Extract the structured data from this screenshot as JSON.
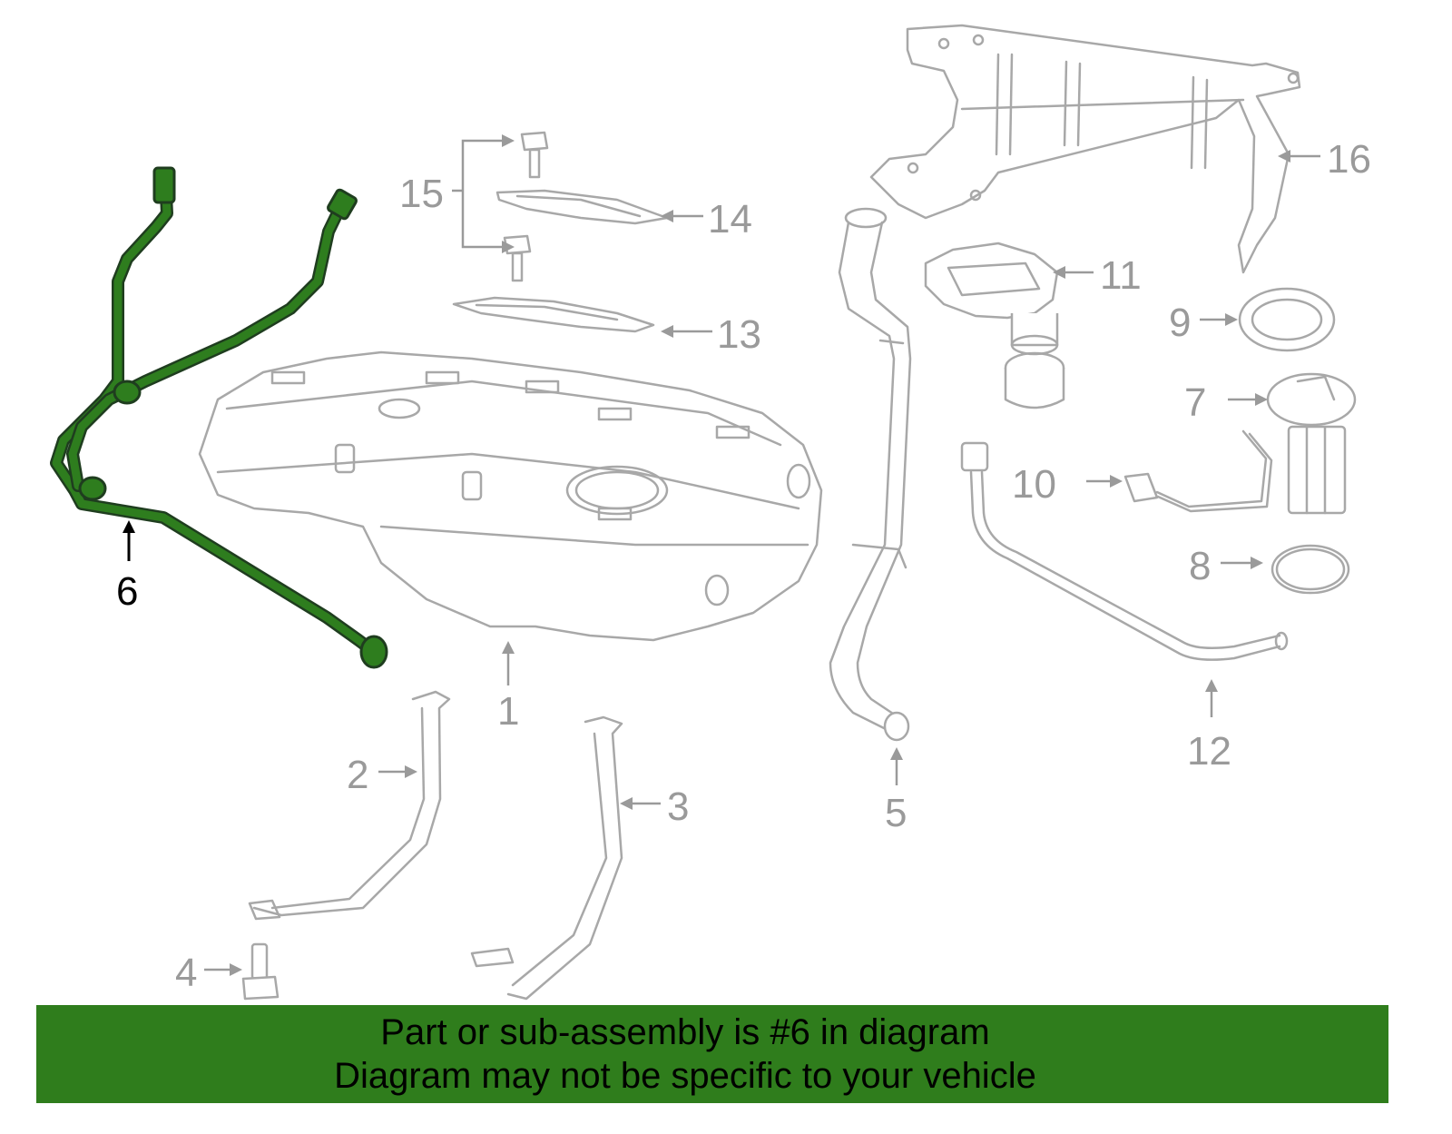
{
  "diagram": {
    "callouts": {
      "c1": "1",
      "c2": "2",
      "c3": "3",
      "c4": "4",
      "c5": "5",
      "c6": "6",
      "c7": "7",
      "c8": "8",
      "c9": "9",
      "c10": "10",
      "c11": "11",
      "c12": "12",
      "c13": "13",
      "c14": "14",
      "c15": "15",
      "c16": "16"
    },
    "highlighted_part": "6",
    "colors": {
      "highlight_fill": "#2e7d1e",
      "line_art": "#a8a8a8",
      "label_gray": "#9a9a9a",
      "banner_bg": "#2f7d1c"
    }
  },
  "banner": {
    "line1": "Part or sub-assembly is #6 in diagram",
    "line2": "Diagram may not be specific to your vehicle"
  }
}
